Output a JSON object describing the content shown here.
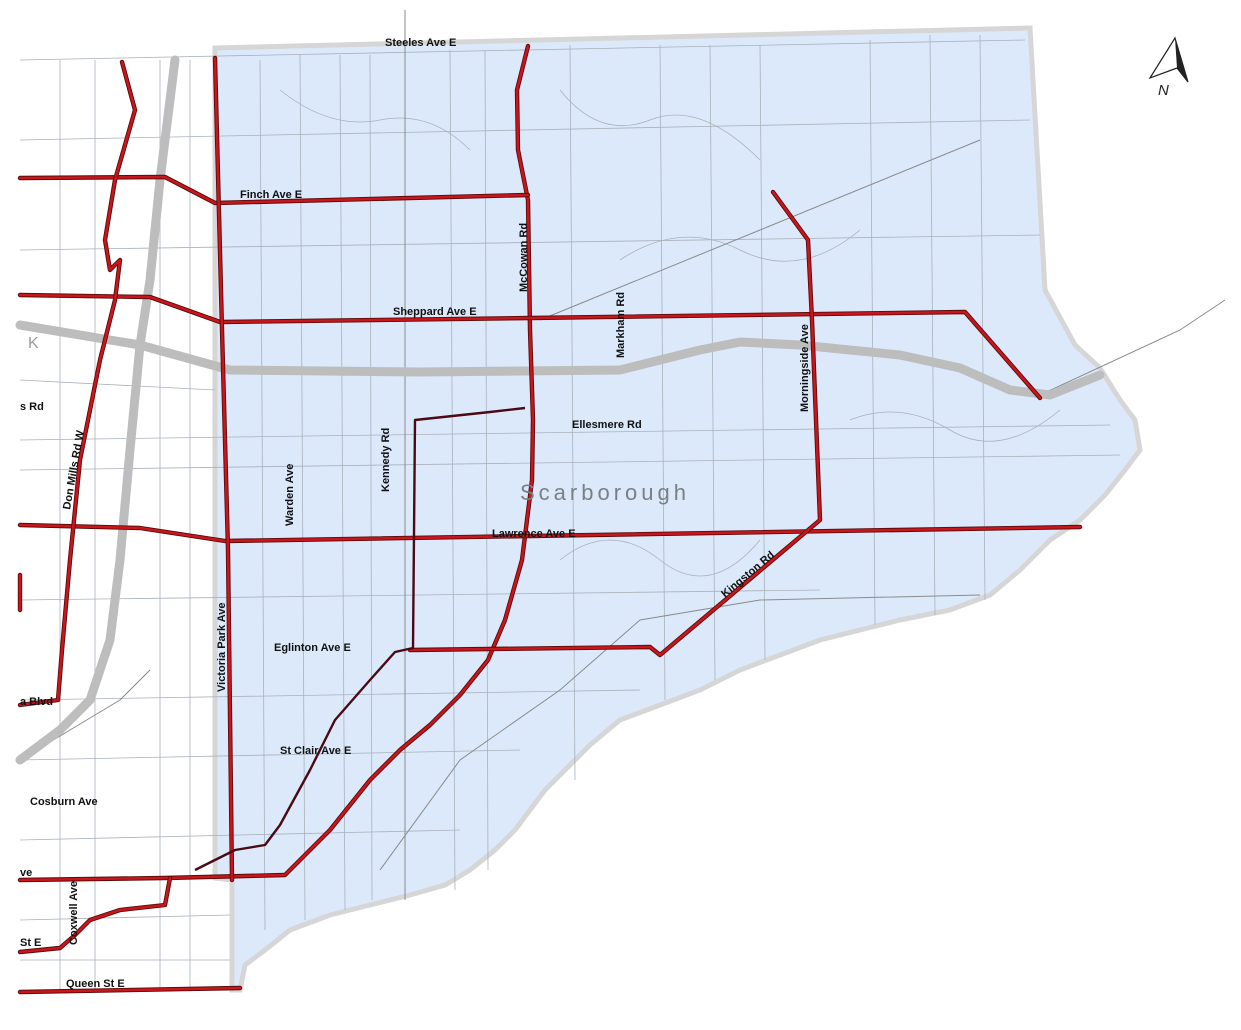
{
  "map": {
    "region_label": "Scarborough",
    "north_label": "N",
    "colors": {
      "region_fill": "#dce9fb",
      "arterial": "#c8161d",
      "arterial_casing": "#5a0a0a",
      "highway": "#bdbdbd",
      "streets": "#a9b1bb",
      "background": "#ffffff"
    },
    "streets": {
      "steeles": "Steeles Ave E",
      "finch": "Finch Ave E",
      "sheppard": "Sheppard Ave E",
      "ellesmere": "Ellesmere Rd",
      "lawrence": "Lawrence Ave E",
      "eglinton": "Eglinton Ave E",
      "stclair": "St Clair Ave E",
      "cosburn": "Cosburn Ave",
      "queen": "Queen St E",
      "mccowan": "McCowan Rd",
      "markham": "Markham Rd",
      "morningside": "Morningside Ave",
      "kennedy": "Kennedy Rd",
      "warden": "Warden Ave",
      "victoriapark": "Victoria Park Ave",
      "kingston": "Kingston Rd",
      "donmills": "Don Mills Rd W",
      "coxwell": "Coxwell Ave",
      "partial_rd": "s Rd",
      "partial_blvd": "a Blvd",
      "partial_ave": "ve",
      "partial_st": "St E",
      "partial_k": "K"
    }
  }
}
